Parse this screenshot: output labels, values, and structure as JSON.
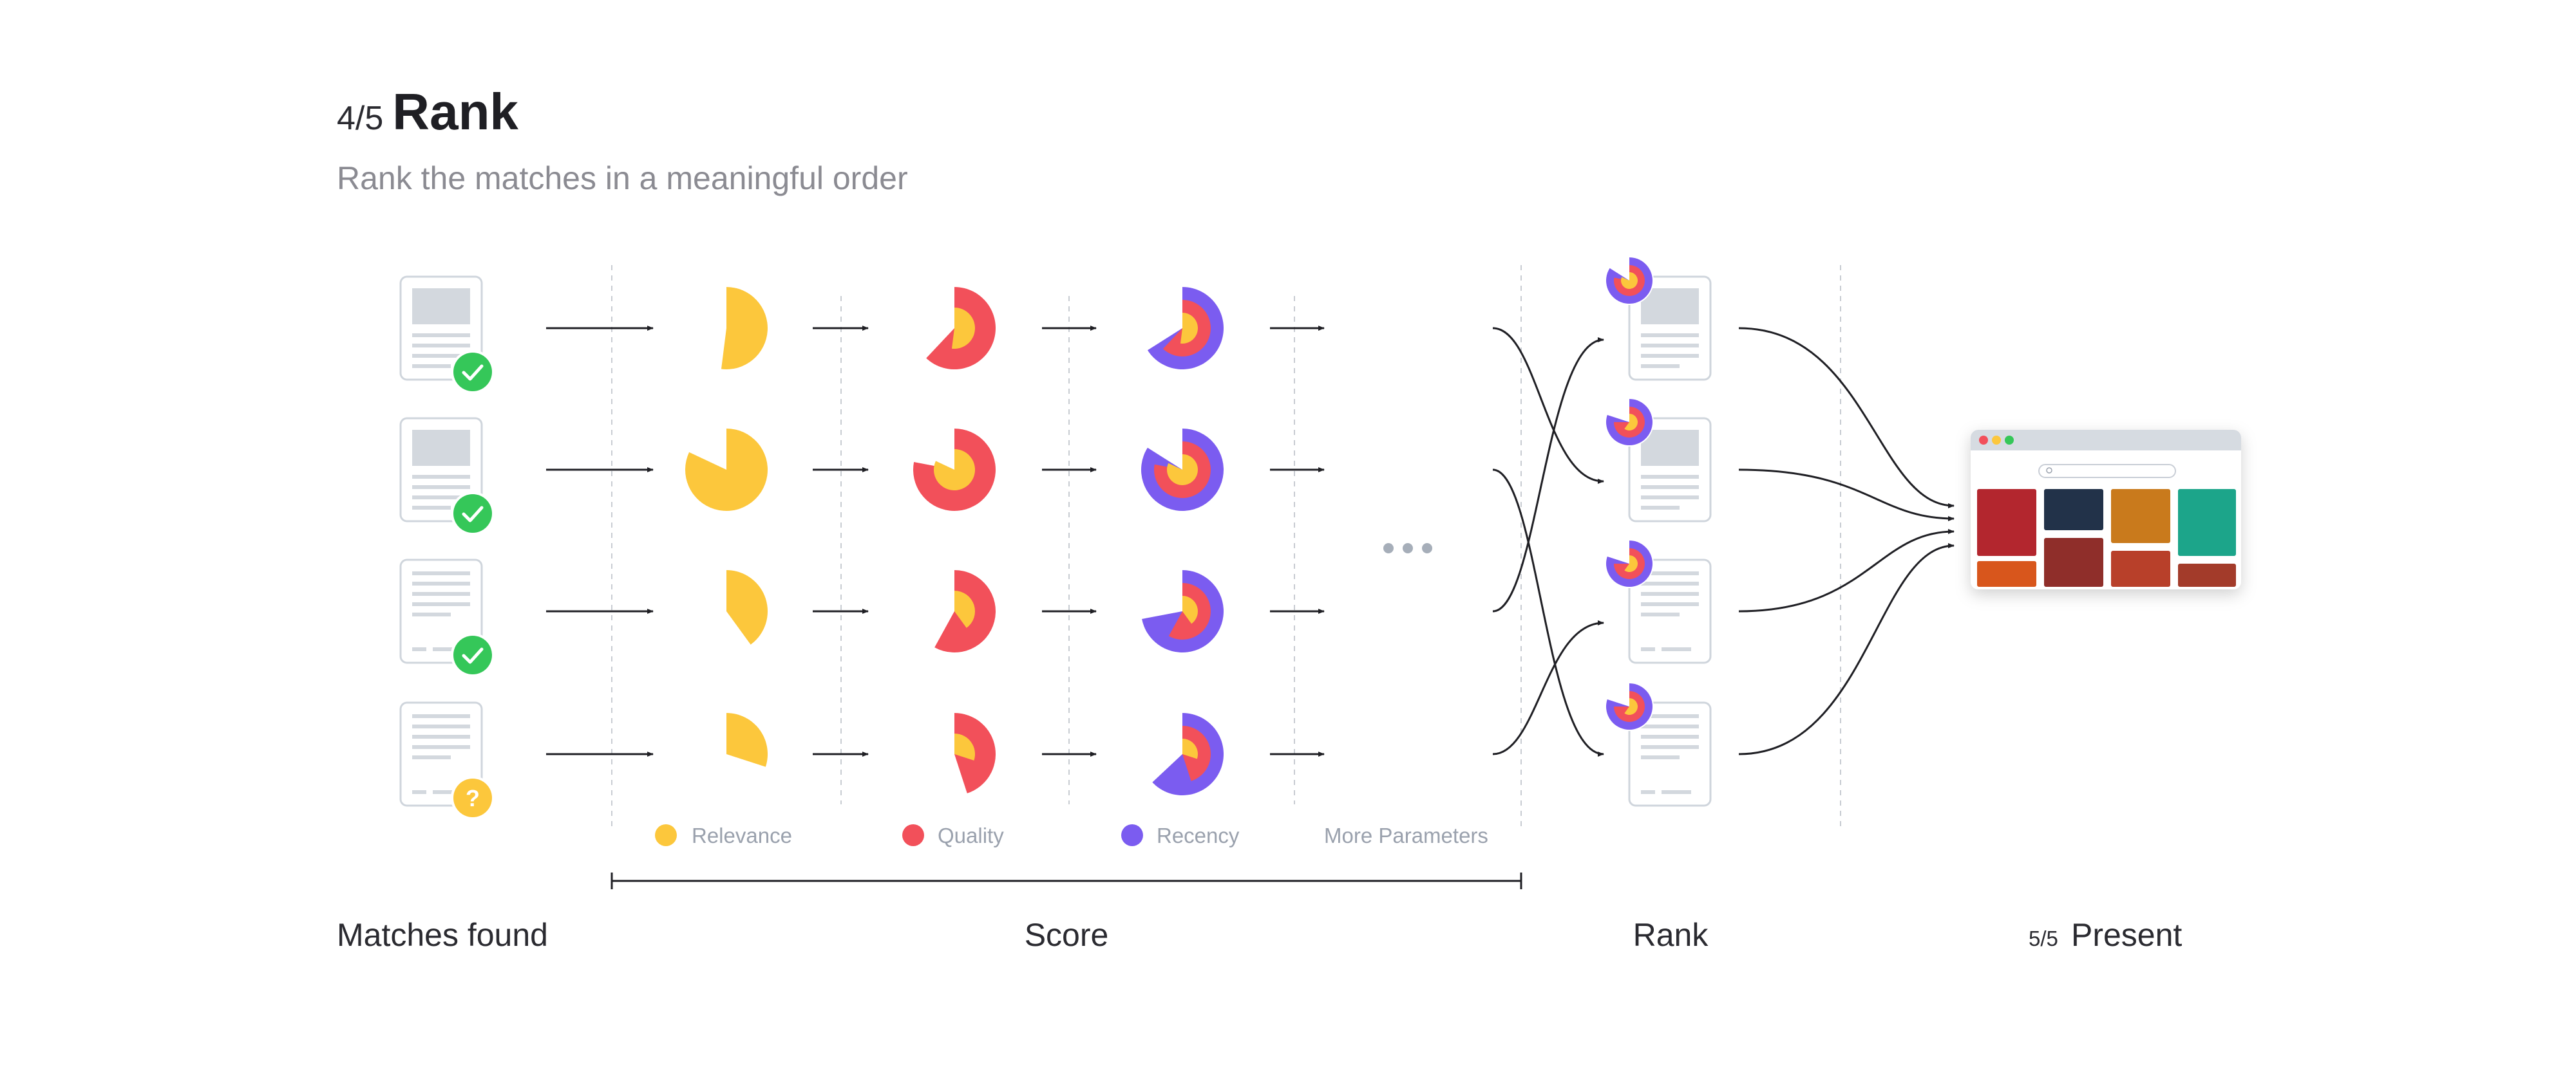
{
  "header": {
    "step": "4/5",
    "title": "Rank",
    "subtitle": "Rank the matches in a meaningful order"
  },
  "legend": {
    "relevance": "Relevance",
    "quality": "Quality",
    "recency": "Recency",
    "more": "More Parameters"
  },
  "stages": {
    "matches": "Matches found",
    "score": "Score",
    "rank": "Rank",
    "present_step": "5/5",
    "present": "Present"
  },
  "colors": {
    "relevance": "#fcc73c",
    "quality": "#f2505a",
    "recency": "#7b5cf0",
    "check": "#35c759",
    "question": "#fcc73c",
    "doc_stroke": "#cfd5dc",
    "doc_fill": "#d3d8de",
    "arrow": "#1f1f24",
    "divider": "#c8ccd2"
  },
  "documents": [
    {
      "kind": "image",
      "badge": "check"
    },
    {
      "kind": "image",
      "badge": "check"
    },
    {
      "kind": "text",
      "badge": "check"
    },
    {
      "kind": "text",
      "badge": "question"
    }
  ],
  "scores": [
    {
      "relevance": 0.52,
      "quality": 0.62,
      "recency": 0.66
    },
    {
      "relevance": 0.82,
      "quality": 0.78,
      "recency": 0.84
    },
    {
      "relevance": 0.4,
      "quality": 0.58,
      "recency": 0.72
    },
    {
      "relevance": 0.3,
      "quality": 0.45,
      "recency": 0.63
    }
  ],
  "ranked_documents": [
    {
      "kind": "image"
    },
    {
      "kind": "image"
    },
    {
      "kind": "text"
    },
    {
      "kind": "text"
    }
  ],
  "browser": {
    "dots": [
      "#f2505a",
      "#fcc73c",
      "#35c759"
    ],
    "thumbnails": [
      "#b3262f",
      "#24304a",
      "#c97a1e",
      "#1ea58a",
      "#d8561e",
      "#8f2f2a",
      "#b83f2a",
      "#a33b2c"
    ]
  }
}
